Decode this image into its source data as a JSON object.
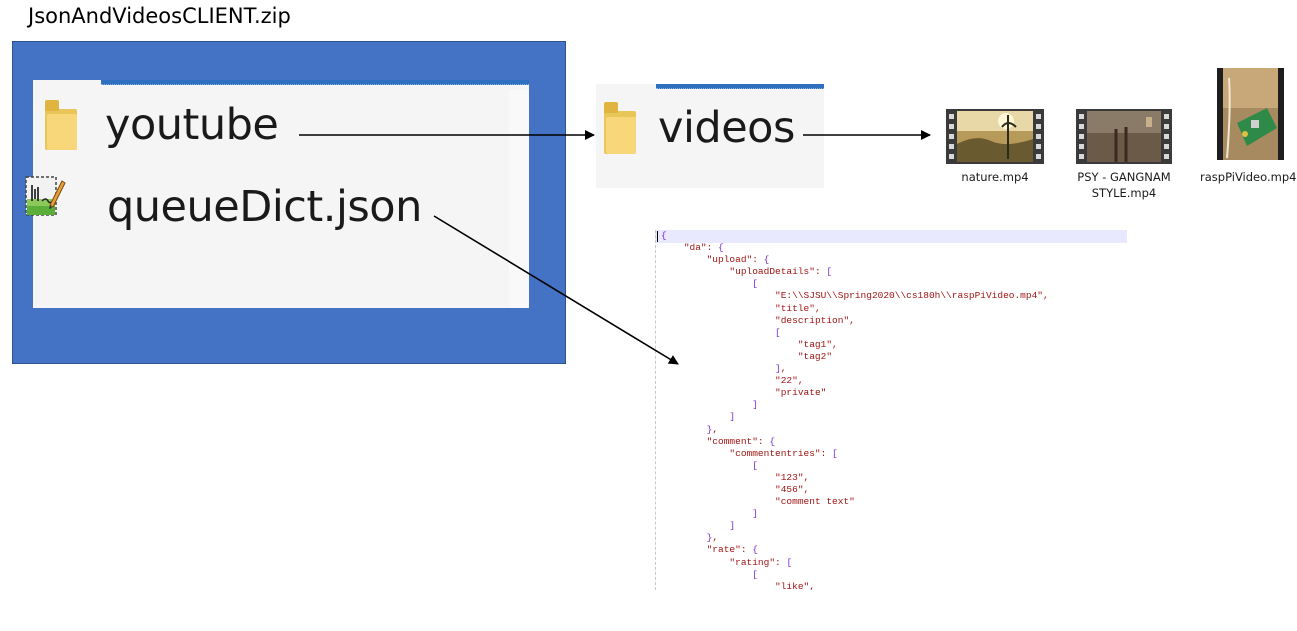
{
  "title": "JsonAndVideosCLIENT.zip",
  "explorer": {
    "items": [
      {
        "label": "youtube",
        "icon": "folder-icon"
      },
      {
        "label": "queueDict.json",
        "icon": "json-file-icon"
      }
    ]
  },
  "videos_folder": {
    "label": "videos",
    "icon": "folder-icon"
  },
  "video_files": [
    {
      "name": "nature.mp4"
    },
    {
      "name": "PSY - GANGNAM STYLE.mp4",
      "line1": "PSY - GANGNAM",
      "line2": "STYLE.mp4"
    },
    {
      "name": "raspPiVideo.mp4"
    }
  ],
  "json_lines": [
    "{",
    "    \"da\": {",
    "        \"upload\": {",
    "            \"uploadDetails\": [",
    "                [",
    "                    \"E:\\\\SJSU\\\\Spring2020\\\\cs180h\\\\raspPiVideo.mp4\",",
    "                    \"title\",",
    "                    \"description\",",
    "                    [",
    "                        \"tag1\",",
    "                        \"tag2\"",
    "                    ],",
    "                    \"22\",",
    "                    \"private\"",
    "                ]",
    "            ]",
    "        },",
    "        \"comment\": {",
    "            \"commententries\": [",
    "                [",
    "                    \"123\",",
    "                    \"456\",",
    "                    \"comment text\"",
    "                ]",
    "            ]",
    "        },",
    "        \"rate\": {",
    "            \"rating\": [",
    "                [",
    "                    \"like\","
  ],
  "colors": {
    "panel": "#4472c4",
    "folder": "#f7d77a",
    "json_key": "#a31515",
    "json_bracket": "#7b30d0"
  }
}
